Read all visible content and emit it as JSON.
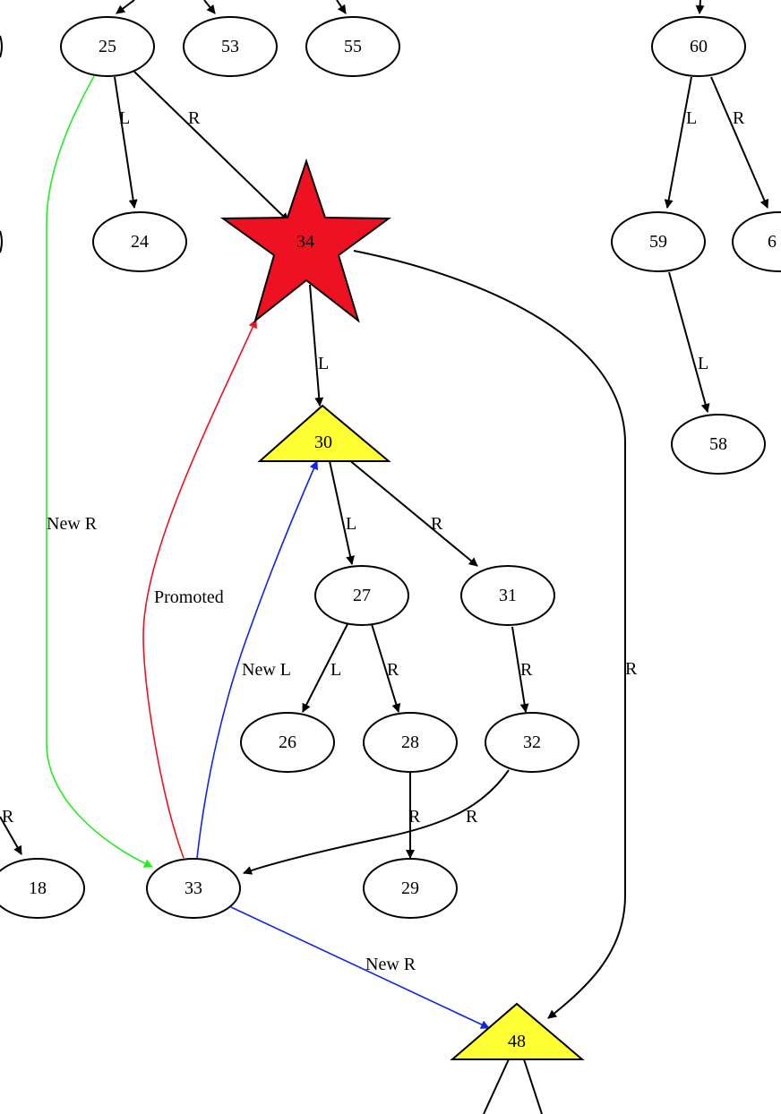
{
  "colors": {
    "edge_default": "#000000",
    "edge_green": "#22ee22",
    "edge_red": "#ee1122",
    "edge_blue": "#1122ee",
    "star_fill": "#ee1122",
    "triangle_fill": "#ffff33",
    "node_fill": "#ffffff"
  },
  "nodes": [
    {
      "id": "n25",
      "label": "25",
      "shape": "ellipse"
    },
    {
      "id": "n53",
      "label": "53",
      "shape": "ellipse"
    },
    {
      "id": "n55",
      "label": "55",
      "shape": "ellipse"
    },
    {
      "id": "n60",
      "label": "60",
      "shape": "ellipse"
    },
    {
      "id": "n24",
      "label": "24",
      "shape": "ellipse"
    },
    {
      "id": "n34",
      "label": "34",
      "shape": "star"
    },
    {
      "id": "n59",
      "label": "59",
      "shape": "ellipse"
    },
    {
      "id": "n6x",
      "label": "6",
      "shape": "ellipse"
    },
    {
      "id": "n58",
      "label": "58",
      "shape": "ellipse"
    },
    {
      "id": "n30",
      "label": "30",
      "shape": "triangle"
    },
    {
      "id": "n27",
      "label": "27",
      "shape": "ellipse"
    },
    {
      "id": "n31",
      "label": "31",
      "shape": "ellipse"
    },
    {
      "id": "n26",
      "label": "26",
      "shape": "ellipse"
    },
    {
      "id": "n28",
      "label": "28",
      "shape": "ellipse"
    },
    {
      "id": "n32",
      "label": "32",
      "shape": "ellipse"
    },
    {
      "id": "n18",
      "label": "18",
      "shape": "ellipse"
    },
    {
      "id": "n33",
      "label": "33",
      "shape": "ellipse"
    },
    {
      "id": "n29",
      "label": "29",
      "shape": "ellipse"
    },
    {
      "id": "n48",
      "label": "48",
      "shape": "triangle"
    }
  ],
  "edges": [
    {
      "id": "e25-24",
      "from": "25",
      "to": "24",
      "label": "L",
      "color": "black"
    },
    {
      "id": "e25-34",
      "from": "25",
      "to": "34",
      "label": "R",
      "color": "black"
    },
    {
      "id": "e25-33",
      "from": "25",
      "to": "33",
      "label": "New R",
      "color": "green"
    },
    {
      "id": "e60-59",
      "from": "60",
      "to": "59",
      "label": "L",
      "color": "black"
    },
    {
      "id": "e60-6x",
      "from": "60",
      "to": "6",
      "label": "R",
      "color": "black"
    },
    {
      "id": "e59-58",
      "from": "59",
      "to": "58",
      "label": "L",
      "color": "black"
    },
    {
      "id": "e34-30",
      "from": "34",
      "to": "30",
      "label": "L",
      "color": "black"
    },
    {
      "id": "e34-48",
      "from": "34",
      "to": "48",
      "label": "R",
      "color": "black"
    },
    {
      "id": "e33-34",
      "from": "33",
      "to": "34",
      "label": "Promoted",
      "color": "red"
    },
    {
      "id": "e33-30",
      "from": "33",
      "to": "30",
      "label": "New L",
      "color": "blue"
    },
    {
      "id": "e30-27",
      "from": "30",
      "to": "27",
      "label": "L",
      "color": "black"
    },
    {
      "id": "e30-31",
      "from": "30",
      "to": "31",
      "label": "R",
      "color": "black"
    },
    {
      "id": "e27-26",
      "from": "27",
      "to": "26",
      "label": "L",
      "color": "black"
    },
    {
      "id": "e27-28",
      "from": "27",
      "to": "28",
      "label": "R",
      "color": "black"
    },
    {
      "id": "e31-32",
      "from": "31",
      "to": "32",
      "label": "R",
      "color": "black"
    },
    {
      "id": "e28-29",
      "from": "28",
      "to": "29",
      "label": "R",
      "color": "black"
    },
    {
      "id": "e32-33",
      "from": "32",
      "to": "33",
      "label": "R",
      "color": "black"
    },
    {
      "id": "e33-48",
      "from": "33",
      "to": "48",
      "label": "New R",
      "color": "blue"
    },
    {
      "id": "e-18",
      "from": "",
      "to": "18",
      "label": "R",
      "color": "black"
    },
    {
      "id": "e48-l",
      "from": "48",
      "to": "",
      "label": "",
      "color": "black"
    },
    {
      "id": "e48-r",
      "from": "48",
      "to": "",
      "label": "",
      "color": "black"
    }
  ]
}
